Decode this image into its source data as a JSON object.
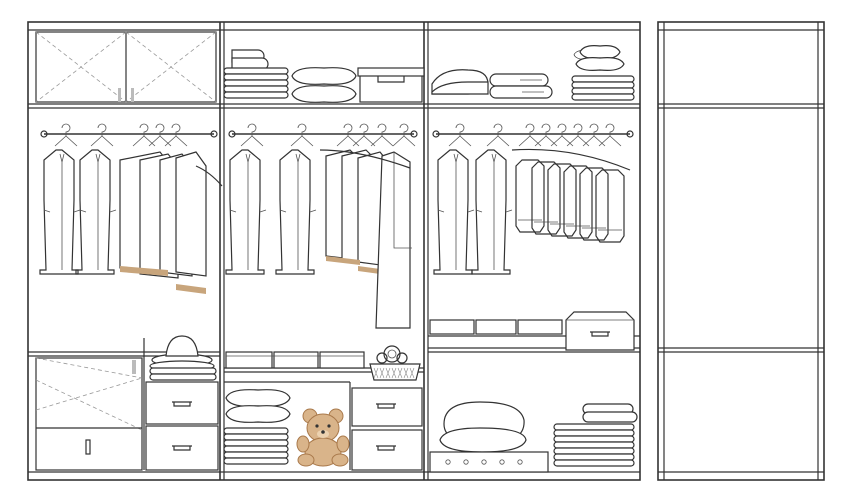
{
  "title": "",
  "colors": {
    "line": "#333333",
    "background": "#ffffff",
    "teddy_bear": "#d9b48a",
    "teddy_bear_dark": "#a9794b",
    "handle": "#bbbbbb",
    "stripe": "#c8a57c",
    "basket": "#888888"
  },
  "icons": [
    "clothes-hanger-icon",
    "coat-icon",
    "shirt-icon",
    "folded-towel-icon",
    "pillow-icon",
    "storage-box-icon",
    "hat-icon",
    "teddy-bear-icon",
    "basket-icon",
    "drawer-handle-icon"
  ],
  "wardrobe": {
    "sections": 3,
    "side_panel_compartments": 3,
    "drawers": 5,
    "hanging_rods": 3
  }
}
